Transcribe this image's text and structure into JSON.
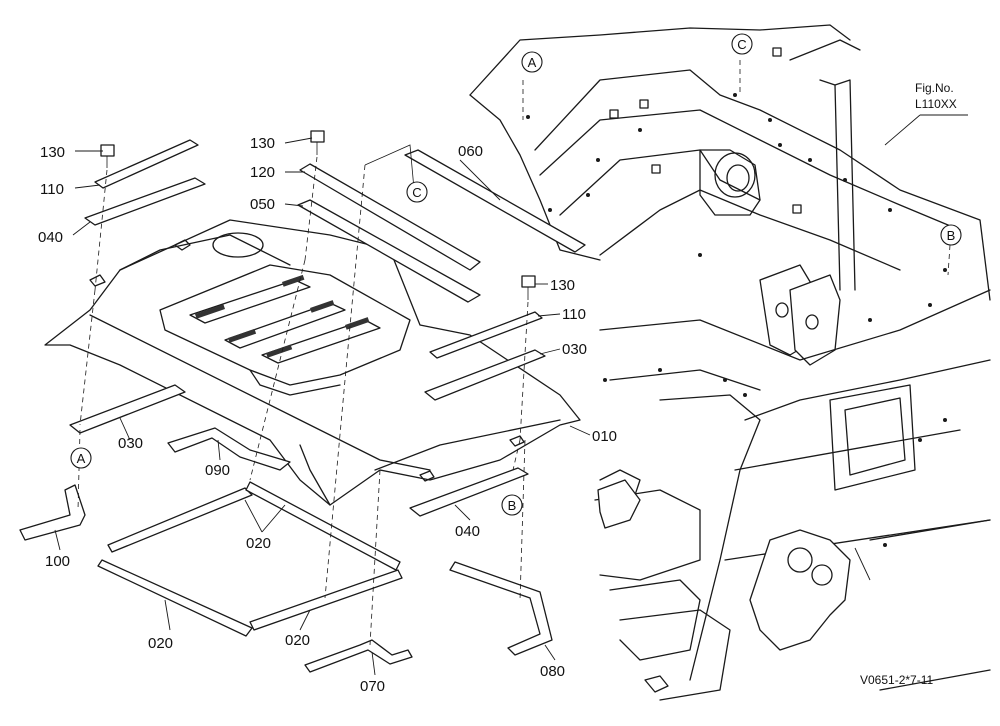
{
  "figure": {
    "fig_no_label": "Fig.No.",
    "fig_no_value": "L110XX",
    "drawing_code": "V0651-2*7-11"
  },
  "part_labels": [
    {
      "id": "p130a",
      "text": "130"
    },
    {
      "id": "p110a",
      "text": "110"
    },
    {
      "id": "p040a",
      "text": "040"
    },
    {
      "id": "p130b",
      "text": "130"
    },
    {
      "id": "p120",
      "text": "120"
    },
    {
      "id": "p050",
      "text": "050"
    },
    {
      "id": "p060",
      "text": "060"
    },
    {
      "id": "p130c",
      "text": "130"
    },
    {
      "id": "p110b",
      "text": "110"
    },
    {
      "id": "p030a",
      "text": "030"
    },
    {
      "id": "p010",
      "text": "010"
    },
    {
      "id": "p030b",
      "text": "030"
    },
    {
      "id": "p090",
      "text": "090"
    },
    {
      "id": "p040b",
      "text": "040"
    },
    {
      "id": "p100",
      "text": "100"
    },
    {
      "id": "p020a",
      "text": "020"
    },
    {
      "id": "p020b",
      "text": "020"
    },
    {
      "id": "p020c",
      "text": "020"
    },
    {
      "id": "p070",
      "text": "070"
    },
    {
      "id": "p080",
      "text": "080"
    }
  ],
  "ref_markers": [
    {
      "id": "mA1",
      "text": "A"
    },
    {
      "id": "mC1",
      "text": "C"
    },
    {
      "id": "mC2",
      "text": "C"
    },
    {
      "id": "mB1",
      "text": "B"
    },
    {
      "id": "mA2",
      "text": "A"
    },
    {
      "id": "mB2",
      "text": "B"
    }
  ]
}
